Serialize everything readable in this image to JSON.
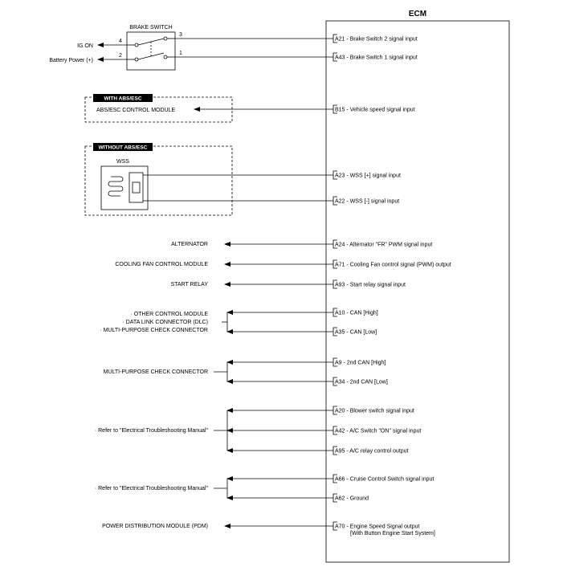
{
  "ecm": {
    "title": "ECM"
  },
  "brake_switch": {
    "title": "BRAKE SWITCH",
    "left_labels": [
      "IG ON",
      "Battery Power (+)"
    ],
    "left_pins": [
      "4",
      "2"
    ],
    "right_pins": [
      "3",
      "1"
    ]
  },
  "abs_box": {
    "tag": "WITH ABS/ESC",
    "label": "ABS/ESC CONTROL MODULE"
  },
  "wss_box": {
    "tag": "WITHOUT ABS/ESC",
    "label": "WSS"
  },
  "pins": [
    {
      "pin": "A21",
      "text": " - Brake Switch 2 signal input"
    },
    {
      "pin": "A43",
      "text": " - Brake Switch 1 signal input"
    },
    {
      "pin": "B15",
      "text": " - Vehicle speed signal input"
    },
    {
      "pin": "A23",
      "text": " - WSS [+] signal input"
    },
    {
      "pin": "A22",
      "text": " - WSS [-] signal input"
    },
    {
      "pin": "A24",
      "text": " - Alternator \"FR\" PWM signal input"
    },
    {
      "pin": "A71",
      "text": " - Cooling Fan control signal (PWM) output"
    },
    {
      "pin": "A93",
      "text": " - Start relay signal input"
    },
    {
      "pin": "A10",
      "text": " - CAN [High]"
    },
    {
      "pin": "A35",
      "text": " - CAN [Low]"
    },
    {
      "pin": "A9",
      "text": " - 2nd CAN [High]"
    },
    {
      "pin": "A34",
      "text": " - 2nd CAN [Low]"
    },
    {
      "pin": "A20",
      "text": " - Blower switch signal input"
    },
    {
      "pin": "A42",
      "text": " - A/C Switch \"ON\" signal input"
    },
    {
      "pin": "A95",
      "text": " - A/C relay control output"
    },
    {
      "pin": "A66",
      "text": " - Cruise Control Switch signal input"
    },
    {
      "pin": "A62",
      "text": " - Ground"
    },
    {
      "pin": "A70",
      "text": " - Engine Speed Signal output"
    }
  ],
  "pin_note": "[With Button Engine Start System]",
  "left_labels": {
    "alternator": "ALTERNATOR",
    "cooling_fan": "COOLING FAN CONTROL MODULE",
    "start_relay": "START RELAY",
    "can_group": [
      "· OTHER CONTROL MODULE",
      "· DATA LINK CONNECTOR (DLC)",
      "· MULTI-PURPOSE CHECK CONNECTOR"
    ],
    "mpcc": "MULTI-PURPOSE CHECK CONNECTOR",
    "refer1": "· Refer to \"Electrical Troubleshooting Manual\"",
    "refer2": "· Refer to \"Electrical Troubleshooting Manual\"",
    "pdm": "POWER DISTRIBUTION MODULE (PDM)"
  }
}
